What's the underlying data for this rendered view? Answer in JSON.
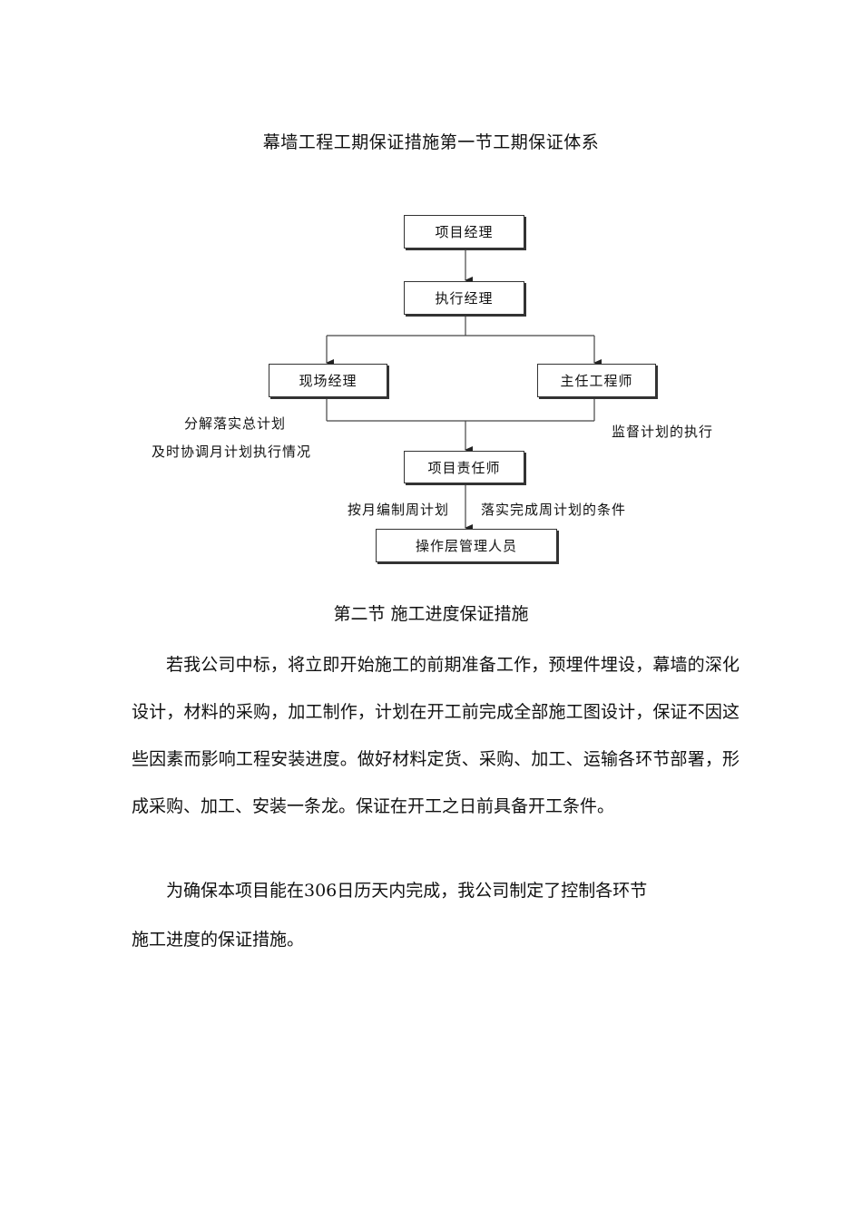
{
  "doc": {
    "title": "幕墙工程工期保证措施第一节工期保证体系",
    "section_heading": "第二节  施工进度保证措施",
    "paragraphs": [
      "若我公司中标，将立即开始施工的前期准备工作，预埋件埋设，幕墙的深化设计，材料的采购，加工制作，计划在开工前完成全部施工图设计，保证不因这些因素而影响工程安装进度。做好材料定货、采购、加工、运输各环节部署，形成采购、加工、安装一条龙。保证在开工之日前具备开工条件。",
      "为确保本项目能在306日历天内完成，我公司制定了控制各环节",
      "施工进度的保证措施。"
    ]
  },
  "flowchart": {
    "nodes": {
      "pm": "项目经理",
      "exec": "执行经理",
      "site": "现场经理",
      "chief": "主任工程师",
      "resp": "项目责任师",
      "ops": "操作层管理人员"
    },
    "notes": {
      "left1": "分解落实总计划",
      "left2": "及时协调月计划执行情况",
      "right": "监督计划的执行",
      "mid_left": "按月编制周计划",
      "mid_right": "落实完成周计划的条件"
    }
  }
}
